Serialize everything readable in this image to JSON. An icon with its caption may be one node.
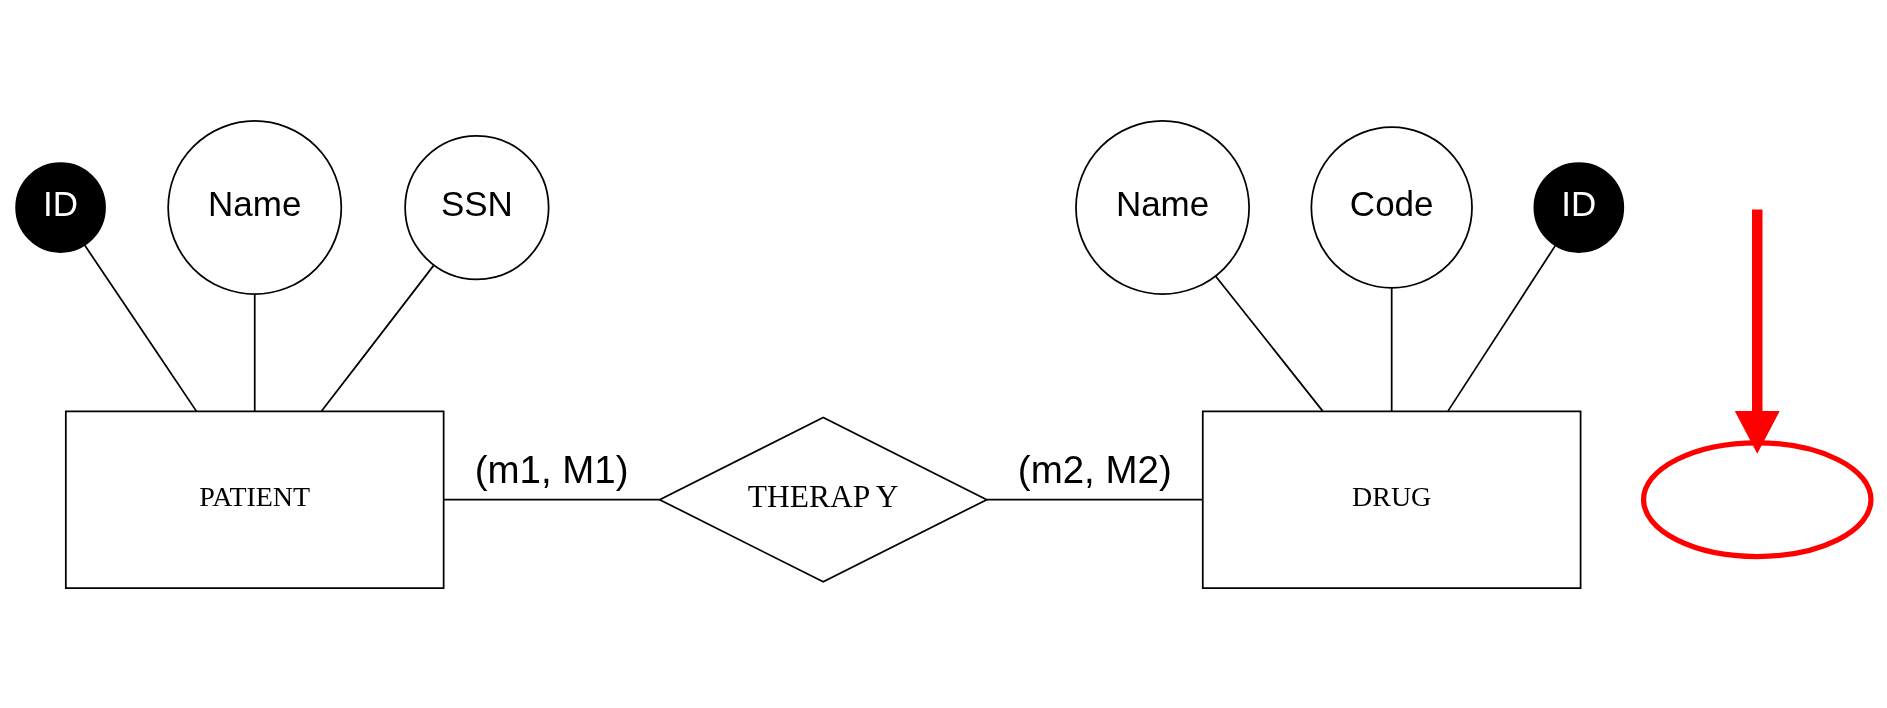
{
  "diagram": {
    "nodes": [
      {
        "text": [
          "ID"
        ]
      },
      {
        "text": [
          "Name"
        ]
      },
      {
        "text": [
          "SSN"
        ]
      },
      {
        "text": [
          "Name"
        ]
      },
      {
        "text": [
          "Code"
        ]
      },
      {
        "text": [
          "ID"
        ]
      },
      {
        "text": [
          "PATIENT"
        ]
      },
      {
        "text": [
          "THERAP Y"
        ]
      },
      {
        "text": [],
        "shape": "circle"
      },
      {
        "text": [
          "DRUG"
        ]
      }
    ],
    "edges": [
      {
        "from": 0,
        "to": 6,
        "arrow": "none"
      },
      {
        "from": 1,
        "to": 6,
        "arrow": "none"
      },
      {
        "from": 2,
        "to": 6,
        "arrow": "none"
      },
      {
        "from": 3,
        "to": 9,
        "arrow": "none"
      },
      {
        "from": 4,
        "to": 9,
        "arrow": "none"
      },
      {
        "from": 5,
        "to": 9,
        "arrow": "none"
      },
      {
        "from": 6,
        "to": 7,
        "arrow": "none",
        "label": "(m1, M1)"
      },
      {
        "from": 7,
        "to": 9,
        "arrow": "none",
        "label": "(m2, M2)"
      },
      {
        "from": null,
        "to": 8,
        "arrow": "to",
        "style": "thick",
        "color": "#ff0000"
      }
    ]
  }
}
